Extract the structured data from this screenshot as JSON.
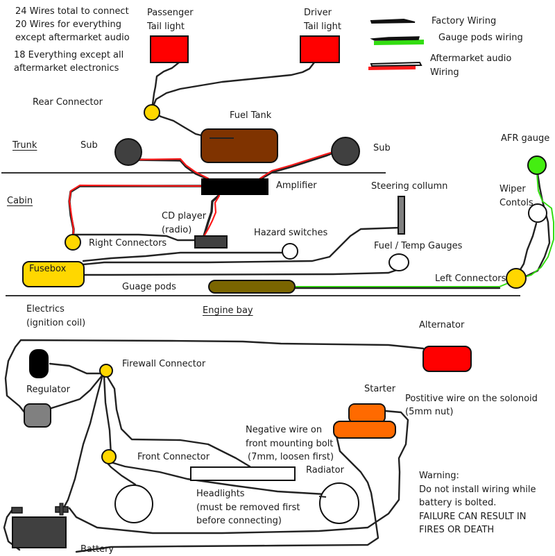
{
  "notes": {
    "line1": "24 Wires total to connect",
    "line2": "20 Wires for everything",
    "line3": "except aftermarket audio",
    "line4": "18 Everything except all",
    "line5": "aftermarket electronics"
  },
  "legend": {
    "factory": "Factory Wiring",
    "gauge_pods": "Gauge pods wiring",
    "audio_line1": "Aftermarket audio",
    "audio_line2": "Wiring"
  },
  "zones": {
    "trunk": "Trunk",
    "cabin": "Cabin",
    "engine_bay": "Engine bay"
  },
  "components": {
    "passenger_tail_line1": "Passenger",
    "passenger_tail_line2": "Tail light",
    "driver_tail_line1": "Driver",
    "driver_tail_line2": "Tail light",
    "rear_connector": "Rear Connector",
    "fuel_tank": "Fuel Tank",
    "sub_left": "Sub",
    "sub_right": "Sub",
    "afr_gauge": "AFR gauge",
    "amplifier": "Amplifier",
    "steering_column": "Steering collumn",
    "wiper_line1": "Wiper",
    "wiper_line2": "Contols",
    "cd_line1": "CD player",
    "cd_line2": "(radio)",
    "hazard": "Hazard switches",
    "right_connectors": "Right Connectors",
    "fuel_temp": "Fuel / Temp Gauges",
    "fusebox": "Fusebox",
    "gauge_pods": "Guage pods",
    "left_connectors": "Left Connectors",
    "electrics_line1": "Electrics",
    "electrics_line2": "(ignition coil)",
    "alternator": "Alternator",
    "firewall_connector": "Firewall Connector",
    "regulator": "Regulator",
    "starter": "Starter",
    "solenoid_line1": "Postitive wire on the solonoid",
    "solenoid_line2": "(5mm nut)",
    "negative_line1": "Negative wire on",
    "negative_line2": "front mounting bolt",
    "negative_line3": "(7mm, loosen first)",
    "front_connector": "Front Connector",
    "radiator": "Radiator",
    "headlights_line1": "Headlights",
    "headlights_line2": "(must be removed first",
    "headlights_line3": "before connecting)",
    "battery": "Battery"
  },
  "warning": {
    "line1": "Warning:",
    "line2": "Do not install wiring while",
    "line3": "battery is bolted.",
    "line4": "FAILURE CAN RESULT IN",
    "line5": "FIRES OR DEATH"
  },
  "colors": {
    "tail_light": "#ff0000",
    "connector": "#ffd700",
    "fuel_tank": "#7f3300",
    "sub": "#404040",
    "afr_gauge": "#44ee11",
    "fusebox": "#ffd700",
    "gauge_pods": "#7a6500",
    "alternator": "#ff0000",
    "regulator": "#808080",
    "starter": "#ff6a00",
    "battery": "#404040",
    "factory_wire": "#222222",
    "gauge_wire": "#33dd11",
    "audio_wire": "#ff1a1a"
  }
}
